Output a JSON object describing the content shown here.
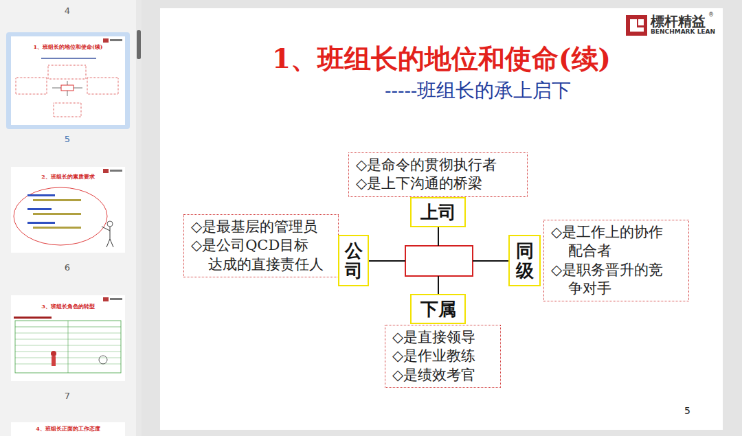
{
  "diagram": {
    "title": "1、班组长的地位和使命(续)",
    "nodes": [
      {
        "text": [
          "◇是命令的贯彻执行者",
          "◇是上下沟通的桥梁"
        ]
      },
      {
        "text": [
          "上司"
        ]
      },
      {
        "text": [
          "◇是最基层的管理员",
          "◇是公司QCD目标 达成的直接责任人"
        ]
      },
      {
        "text": [
          "公司"
        ]
      },
      {
        "text": [
          "同级"
        ]
      },
      {
        "text": [
          "◇是工作上的协作 配合者",
          "◇是职务晋升的竞 争对手"
        ]
      },
      {
        "text": [
          "下属"
        ]
      },
      {
        "text": [
          "◇是直接领导",
          "◇是作业教练",
          "◇是绩效考官"
        ]
      }
    ],
    "labels": [
      "4",
      "1、班组长的地位和使命(续)",
      "5",
      "2、班组长的素质要求",
      "6",
      "3、班组长角色的转型",
      "7",
      "4、班组长正面的工作态度",
      "-----班组长的承上启下",
      "標杆精益",
      "BENCHMARK LEAN",
      "®",
      "5"
    ]
  }
}
